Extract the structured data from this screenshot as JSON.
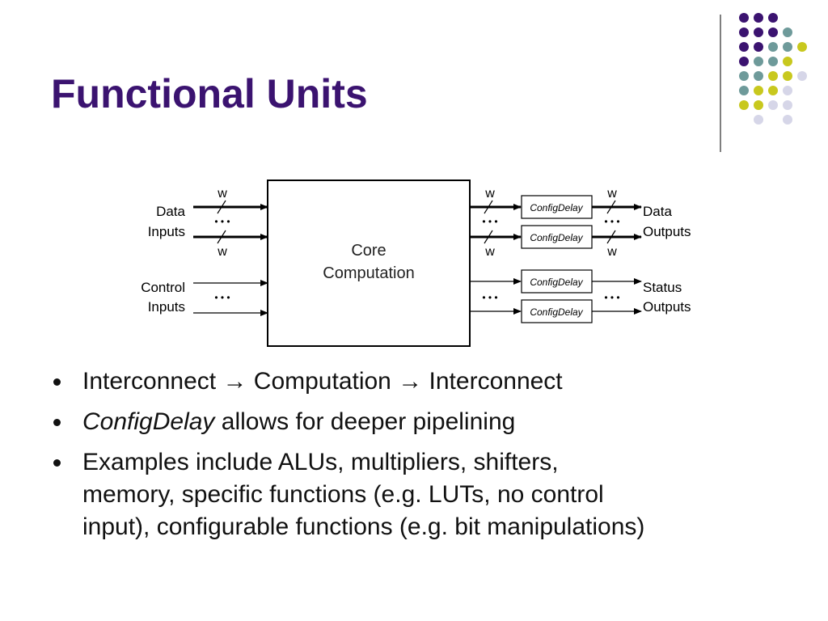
{
  "slide": {
    "title": "Functional Units",
    "palette": {
      "title": "#3b1370",
      "purple": "#3b1370",
      "teal": "#6e9a9a",
      "olive": "#c8c81e",
      "lavender": "#d6d6e8"
    }
  },
  "diagram": {
    "core_line1": "Core",
    "core_line2": "Computation",
    "data_inputs_line1": "Data",
    "data_inputs_line2": "Inputs",
    "control_inputs_line1": "Control",
    "control_inputs_line2": "Inputs",
    "data_outputs_line1": "Data",
    "data_outputs_line2": "Outputs",
    "status_outputs_line1": "Status",
    "status_outputs_line2": "Outputs",
    "width_label": "w",
    "ellipsis": "• • •",
    "config_delay_label": "ConfigDelay"
  },
  "bullets": {
    "b1": "Interconnect → Computation → Interconnect",
    "b2_em": "ConfigDelay",
    "b2_rest": " allows for deeper pipelining",
    "b3_line1": "Examples include ALUs, multipliers, shifters,",
    "b3_line2": "memory, specific functions (e.g. LUTs, no control",
    "b3_line3": "input), configurable functions (e.g. bit manipulations)"
  }
}
